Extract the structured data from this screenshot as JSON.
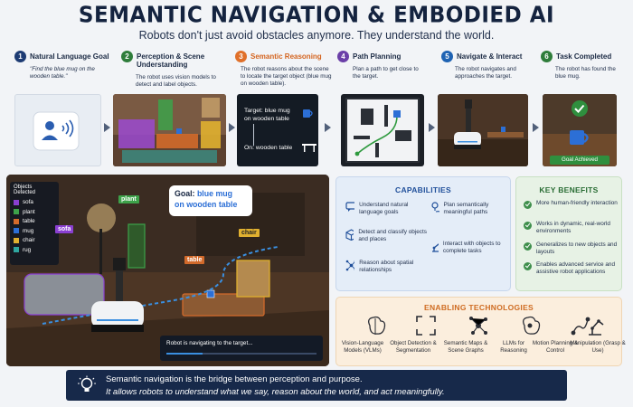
{
  "header": {
    "title": "SEMANTIC NAVIGATION & EMBODIED AI",
    "subtitle": "Robots don't just avoid obstacles anymore. They understand the world."
  },
  "steps": [
    {
      "num": "1",
      "title": "Natural Language Goal",
      "desc": "\"Find the blue mug on the wooden table.\"",
      "color": "#1d3b73"
    },
    {
      "num": "2",
      "title": "Perception & Scene Understanding",
      "desc": "The robot uses vision models to detect and label objects.",
      "color": "#2f7d3b"
    },
    {
      "num": "3",
      "title": "Semantic Reasoning",
      "desc": "The robot reasons about the scene to locate the target object (blue mug on wooden table).",
      "color": "#e0702a"
    },
    {
      "num": "4",
      "title": "Path Planning",
      "desc": "Plan a path to get close to the target.",
      "color": "#6b3fa8"
    },
    {
      "num": "5",
      "title": "Navigate & Interact",
      "desc": "The robot navigates and approaches the target.",
      "color": "#1f63b3"
    },
    {
      "num": "6",
      "title": "Task Completed",
      "desc": "The robot has found the blue mug.",
      "color": "#2f7d3b"
    }
  ],
  "reasoning_panel": {
    "target_line1": "Target: blue mug",
    "target_line2": "on wooden table",
    "on_text": "On: wooden table"
  },
  "goal_achieved": "Goal Achieved",
  "scene": {
    "legend_title": "Objects Detected",
    "legend": [
      {
        "label": "sofa",
        "color": "#8a3fd1"
      },
      {
        "label": "plant",
        "color": "#3da24a"
      },
      {
        "label": "table",
        "color": "#d26a2b"
      },
      {
        "label": "mug",
        "color": "#2c6fd6"
      },
      {
        "label": "chair",
        "color": "#e0b030"
      },
      {
        "label": "rug",
        "color": "#2fa6a0"
      }
    ],
    "tags": {
      "sofa": "sofa",
      "plant": "plant",
      "table": "table",
      "chair": "chair"
    },
    "goal_prefix": "Goal: ",
    "goal_line1": "blue mug",
    "goal_line2": "on wooden table",
    "status": "Robot is navigating to the target..."
  },
  "capabilities": {
    "title": "CAPABILITIES",
    "items": [
      {
        "icon": "chat-icon",
        "text": "Understand natural language goals"
      },
      {
        "icon": "pin-path-icon",
        "text": "Plan semantically meaningful paths"
      },
      {
        "icon": "cube-icon",
        "text": "Detect and classify objects and places"
      },
      {
        "icon": "robot-arm-icon",
        "text": "Interact with objects to complete tasks"
      },
      {
        "icon": "network-icon",
        "text": "Reason about spatial relationships"
      }
    ]
  },
  "benefits": {
    "title": "KEY BENEFITS",
    "items": [
      "More human-friendly interaction",
      "Works in dynamic, real-world environments",
      "Generalizes to new objects and layouts",
      "Enables advanced service and assistive robot applications"
    ]
  },
  "technologies": {
    "title": "ENABLING TECHNOLOGIES",
    "items": [
      {
        "icon": "brain-icon",
        "label": "Vision-Language Models (VLMs)"
      },
      {
        "icon": "detection-frame-icon",
        "label": "Object Detection & Segmentation"
      },
      {
        "icon": "graph-icon",
        "label": "Semantic Maps & Scene Graphs"
      },
      {
        "icon": "brain-chip-icon",
        "label": "LLMs for Reasoning"
      },
      {
        "icon": "route-icon",
        "label": "Motion Planning & Control"
      },
      {
        "icon": "manipulator-icon",
        "label": "Manipulation (Grasp & Use)"
      }
    ]
  },
  "banner": {
    "line1": "Semantic navigation is the bridge between perception and purpose.",
    "line2": "It allows robots to understand what we say, reason about the world, and act meaningfully."
  }
}
